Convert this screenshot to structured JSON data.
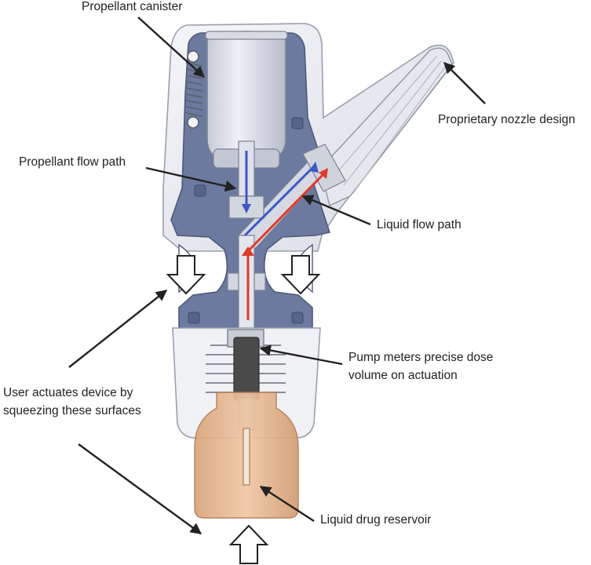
{
  "labels": {
    "propellant_canister": "Propellant canister",
    "proprietary_nozzle": "Proprietary nozzle design",
    "propellant_flow_path": "Propellant flow path",
    "liquid_flow_path": "Liquid flow path",
    "pump_line1": "Pump meters precise dose",
    "pump_line2": "volume on actuation",
    "user_line1": "User actuates device by",
    "user_line2": "squeezing these surfaces",
    "liquid_reservoir": "Liquid drug reservoir"
  },
  "colors": {
    "body_blue": "#6b7a9e",
    "body_blue_dark": "#4c5a7e",
    "shell_light": "#eceef3",
    "reservoir": "#e2b48e",
    "liquid_flow": "#e03a2a",
    "propellant_flow": "#3d57c4",
    "pump_dark": "#4a4a4a",
    "arrow": "#222222"
  }
}
